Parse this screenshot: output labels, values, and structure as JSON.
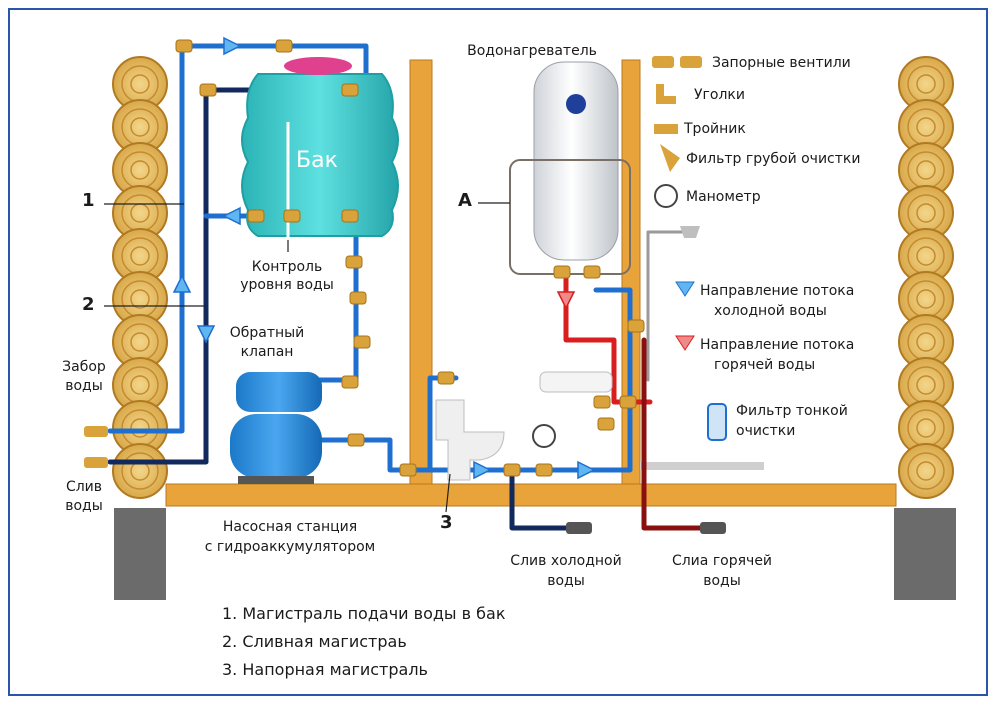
{
  "labels": {
    "water_heater": "Водонагреватель",
    "tank": "Бак",
    "level_control": [
      "Контроль",
      "уровня воды"
    ],
    "check_valve": [
      "Обратный",
      "клапан"
    ],
    "water_intake": [
      "Забор",
      "воды"
    ],
    "drain": [
      "Слив",
      "воды"
    ],
    "pump_station": [
      "Насосная станция",
      "с гидроаккумулятором"
    ],
    "cold_drain": [
      "Слив холодной",
      "воды"
    ],
    "hot_drain": [
      "Слиа горячей",
      "воды"
    ],
    "marker_1": "1",
    "marker_2": "2",
    "marker_3": "3",
    "marker_a": "А"
  },
  "legend": {
    "shutoff_valves": "Запорные вентили",
    "elbows": "Уголки",
    "tee": "Тройник",
    "coarse_filter": "Фильтр грубой очистки",
    "manometer": "Манометр",
    "cold_flow": [
      "Направление потока",
      "холодной воды"
    ],
    "hot_flow": [
      "Направление потока",
      "горячей воды"
    ],
    "fine_filter": [
      "Фильтр тонкой",
      "очистки"
    ]
  },
  "notes": [
    "1. Магистраль подачи воды в бак",
    "2. Сливная магистраь",
    "3. Напорная магистраль"
  ],
  "colors": {
    "cold_pipe": "#1f6fd0",
    "dark_pipe": "#12295e",
    "hot_pipe": "#d81e1e",
    "hot_dark_pipe": "#8a1010",
    "wood": "#e8a43a",
    "tank": "#3fc8c8",
    "brass": "#d9a23a",
    "frame": "#2a55a8"
  }
}
